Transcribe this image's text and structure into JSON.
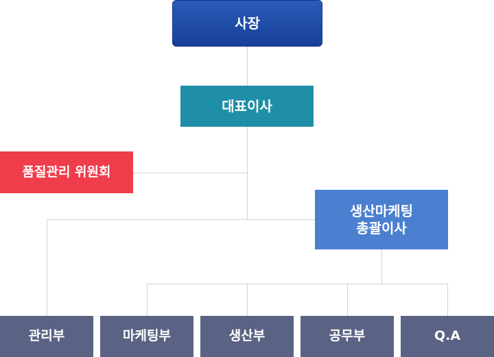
{
  "org": {
    "ceo": "사장",
    "representative": "대표이사",
    "quality_committee": "품질관리 위원회",
    "gm_line1": "생산마케팅",
    "gm_line2": "총괄이사",
    "departments": [
      "관리부",
      "마케팅부",
      "생산부",
      "공무부",
      "Q.A"
    ]
  },
  "colors": {
    "ceo": "#1a4aa6",
    "representative": "#1f8fa8",
    "quality_committee": "#ef3d4c",
    "general_manager": "#4b7fcf",
    "departments": "#5b6384",
    "connector": "#d2d2d2"
  }
}
